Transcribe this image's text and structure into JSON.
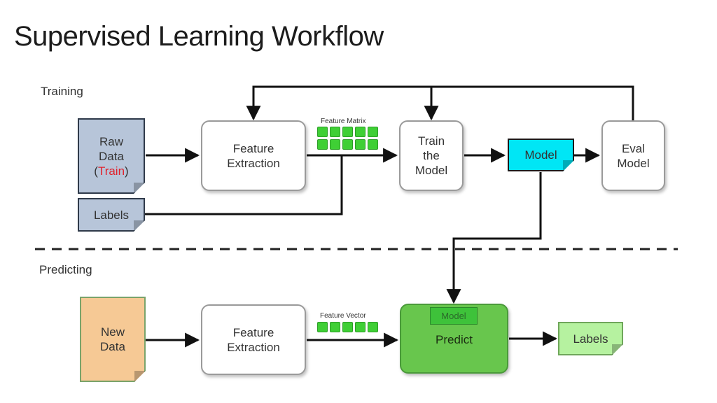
{
  "title": "Supervised Learning Workflow",
  "sections": {
    "training": "Training",
    "predicting": "Predicting"
  },
  "training": {
    "raw_data": {
      "line1": "Raw",
      "line2": "Data",
      "line3_open": "(",
      "line3_highlight": "Train",
      "line3_close": ")"
    },
    "labels": "Labels",
    "feature_extraction": {
      "line1": "Feature",
      "line2": "Extraction"
    },
    "feature_matrix_label": "Feature Matrix",
    "train_model": {
      "line1": "Train",
      "line2": "the",
      "line3": "Model"
    },
    "model": "Model",
    "eval_model": {
      "line1": "Eval",
      "line2": "Model"
    }
  },
  "predicting": {
    "new_data": {
      "line1": "New",
      "line2": "Data"
    },
    "feature_extraction": {
      "line1": "Feature",
      "line2": "Extraction"
    },
    "feature_vector_label": "Feature Vector",
    "predict": "Predict",
    "model_inset": "Model",
    "labels": "Labels"
  },
  "colors": {
    "doc_blue": "#b7c5d9",
    "doc_orange": "#f6c995",
    "model_cyan": "#00e6f5",
    "predict_green": "#68c64d",
    "feature_cell_green": "#3fcf35",
    "highlight_red": "#e0202a"
  }
}
